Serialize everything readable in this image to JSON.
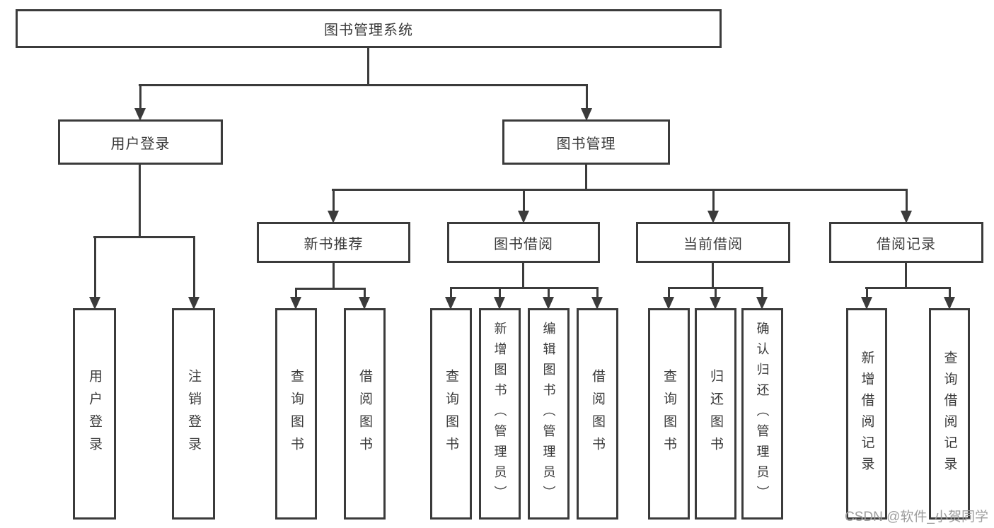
{
  "diagram": {
    "title": "图书管理系统",
    "root": {
      "label": "图书管理系统"
    },
    "level2": [
      {
        "label": "用户登录"
      },
      {
        "label": "图书管理"
      }
    ],
    "level3": [
      {
        "label": "新书推荐",
        "parent": "图书管理"
      },
      {
        "label": "图书借阅",
        "parent": "图书管理"
      },
      {
        "label": "当前借阅",
        "parent": "图书管理"
      },
      {
        "label": "借阅记录",
        "parent": "图书管理"
      }
    ],
    "leaves": [
      {
        "label": "用户登录",
        "parent": "用户登录"
      },
      {
        "label": "注销登录",
        "parent": "用户登录"
      },
      {
        "label": "查询图书",
        "parent": "新书推荐"
      },
      {
        "label": "借阅图书",
        "parent": "新书推荐"
      },
      {
        "label": "查询图书",
        "parent": "图书借阅"
      },
      {
        "label": "新增图书（管理员）",
        "parent": "图书借阅"
      },
      {
        "label": "编辑图书（管理员）",
        "parent": "图书借阅"
      },
      {
        "label": "借阅图书",
        "parent": "图书借阅"
      },
      {
        "label": "查询图书",
        "parent": "当前借阅"
      },
      {
        "label": "归还图书",
        "parent": "当前借阅"
      },
      {
        "label": "确认归还（管理员）",
        "parent": "当前借阅"
      },
      {
        "label": "新增借阅记录",
        "parent": "借阅记录"
      },
      {
        "label": "查询借阅记录",
        "parent": "借阅记录"
      }
    ]
  },
  "watermark": {
    "text": "CSDN @软件_小贺同学"
  },
  "colors": {
    "line": "#3b3b3b",
    "text": "#3a3a3a",
    "box_fill": "#ffffff",
    "background": "#ffffff",
    "watermark": "#9d9d9d"
  }
}
